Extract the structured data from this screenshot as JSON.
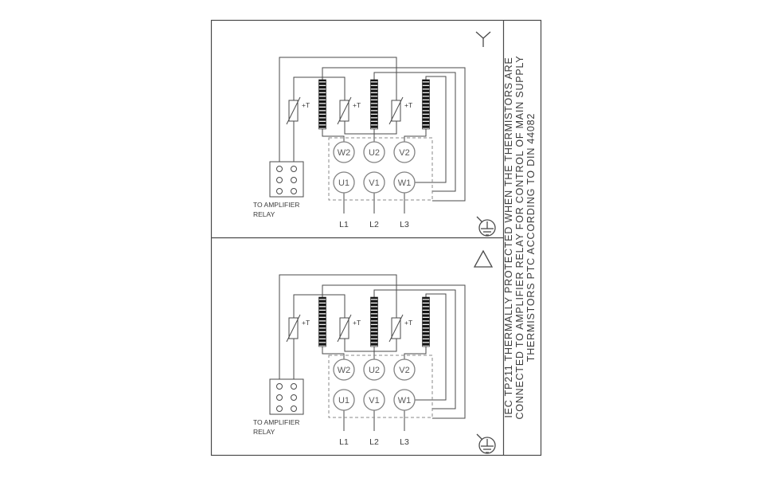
{
  "side_note": {
    "line1": "IEC TP211 THERMALLY PROTECTED WHEN THE THERMISTORS ARE",
    "line2": "CONNECTED TO AMPLIFIER RELAY FOR CONTROL OF MAIN SUPPLY",
    "line3": "THERMISTORS PTC ACCORDING TO DIN 44082"
  },
  "colors": {
    "line": "#4a4a4a",
    "text": "#3c3c3c",
    "background": "#ffffff"
  },
  "panels": [
    {
      "connection_symbol": "star",
      "terminals_top": [
        "W2",
        "U2",
        "V2"
      ],
      "terminals_bottom": [
        "U1",
        "V1",
        "W1"
      ],
      "supply_lines": [
        "L1",
        "L2",
        "L3"
      ],
      "thermistor_label": "+T",
      "relay_note_line1": "TO AMPLIFIER",
      "relay_note_line2": "RELAY"
    },
    {
      "connection_symbol": "delta",
      "terminals_top": [
        "W2",
        "U2",
        "V2"
      ],
      "terminals_bottom": [
        "U1",
        "V1",
        "W1"
      ],
      "supply_lines": [
        "L1",
        "L2",
        "L3"
      ],
      "thermistor_label": "+T",
      "relay_note_line1": "TO AMPLIFIER",
      "relay_note_line2": "RELAY"
    }
  ]
}
